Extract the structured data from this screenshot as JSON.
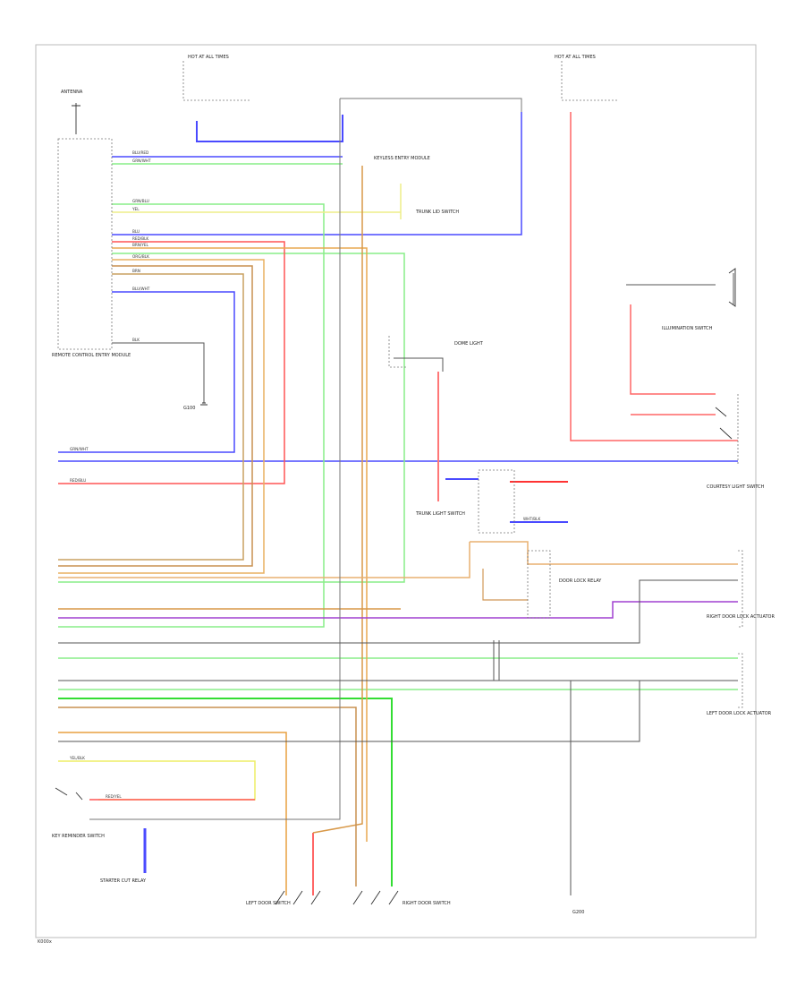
{
  "diagram": {
    "footer_code": "K000x",
    "colors": {
      "blue": "#3b3bff",
      "green": "#7cf27c",
      "yellow": "#f2f27c",
      "red": "#ff4444",
      "orange": "#e6a040",
      "brown": "#b08040",
      "purple": "#9a3ad0",
      "grey": "#666666",
      "black": "#222222"
    },
    "components": [
      {
        "id": "hot-all-left",
        "text": "HOT AT ALL TIMES"
      },
      {
        "id": "hot-all-right",
        "text": "HOT AT ALL TIMES"
      },
      {
        "id": "antenna",
        "text": "ANTENNA"
      },
      {
        "id": "remote-ctrl",
        "text": "REMOTE CONTROL ENTRY MODULE"
      },
      {
        "id": "keyless-module",
        "text": "KEYLESS ENTRY MODULE"
      },
      {
        "id": "trunk-switch",
        "text": "TRUNK LID SWITCH"
      },
      {
        "id": "dome",
        "text": "DOME LIGHT"
      },
      {
        "id": "trunk-light",
        "text": "TRUNK LIGHT SWITCH"
      },
      {
        "id": "door-lock-right",
        "text": "RIGHT DOOR LOCK ACTUATOR"
      },
      {
        "id": "door-lock-left",
        "text": "LEFT DOOR LOCK ACTUATOR"
      },
      {
        "id": "key-reminder",
        "text": "KEY REMINDER SWITCH"
      },
      {
        "id": "ground",
        "text": "G100"
      },
      {
        "id": "ign-relay",
        "text": "DOOR LOCK RELAY"
      },
      {
        "id": "ill-switch",
        "text": "ILLUMINATION SWITCH"
      },
      {
        "id": "door-sw-left",
        "text": "LEFT DOOR SWITCH"
      },
      {
        "id": "door-sw-right",
        "text": "RIGHT DOOR SWITCH"
      },
      {
        "id": "courtesy",
        "text": "COURTESY LIGHT SWITCH"
      },
      {
        "id": "ground-2",
        "text": "G200"
      },
      {
        "id": "starter-cut",
        "text": "STARTER CUT RELAY"
      }
    ],
    "wire_labels": [
      {
        "id": "w1",
        "text": "BLU/RED"
      },
      {
        "id": "w2",
        "text": "GRN/WHT"
      },
      {
        "id": "w3",
        "text": "GRN/BLU"
      },
      {
        "id": "w4",
        "text": "YEL"
      },
      {
        "id": "w5",
        "text": "BLU"
      },
      {
        "id": "w6",
        "text": "RED/BLK"
      },
      {
        "id": "w7",
        "text": "BRN/YEL"
      },
      {
        "id": "w8",
        "text": "ORG/BLK"
      },
      {
        "id": "w9",
        "text": "BRN"
      },
      {
        "id": "w10",
        "text": "BLU/WHT"
      },
      {
        "id": "w11",
        "text": "BLK"
      },
      {
        "id": "w12",
        "text": "RED/YEL"
      },
      {
        "id": "w13",
        "text": "GRN/WHT"
      },
      {
        "id": "w14",
        "text": "YEL/BLK"
      },
      {
        "id": "w15",
        "text": "RED/BLU"
      },
      {
        "id": "w16",
        "text": "WHT/BLK"
      }
    ]
  }
}
